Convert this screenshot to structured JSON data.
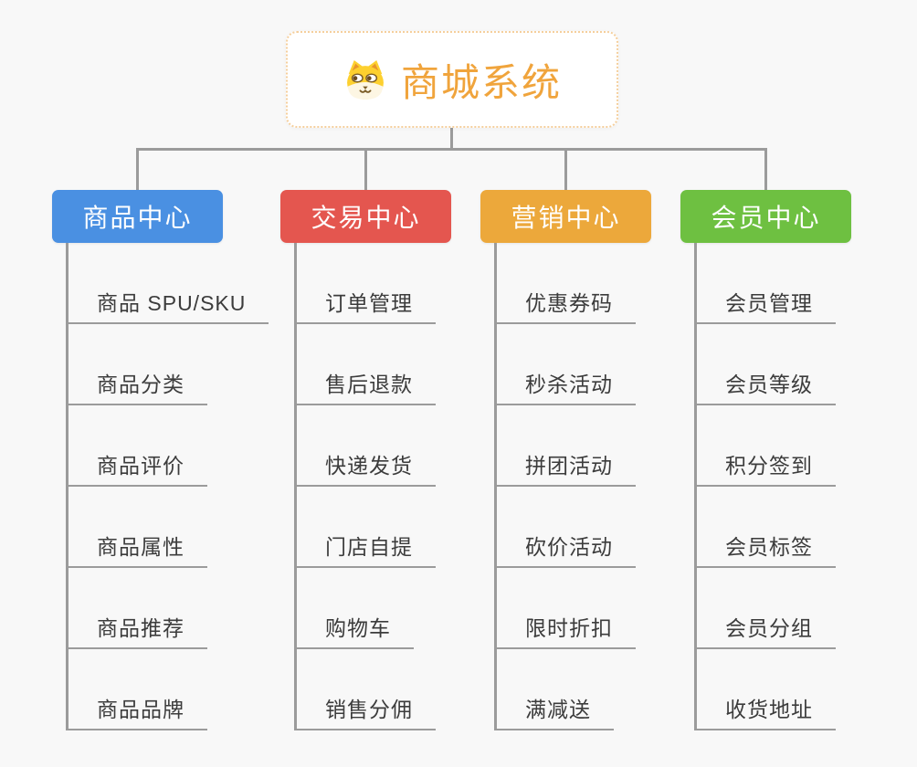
{
  "page": {
    "background": "#f8f8f8",
    "connector_color": "#9b9b9b"
  },
  "root": {
    "title": "商城系统",
    "icon": "dog-face-icon",
    "text_color": "#f0a43c",
    "border_color": "#f5cf9c"
  },
  "branches": [
    {
      "label": "商品中心",
      "color": "#4a90e2",
      "items": [
        "商品 SPU/SKU",
        "商品分类",
        "商品评价",
        "商品属性",
        "商品推荐",
        "商品品牌"
      ]
    },
    {
      "label": "交易中心",
      "color": "#e4564f",
      "items": [
        "订单管理",
        "售后退款",
        "快递发货",
        "门店自提",
        "购物车",
        "销售分佣"
      ]
    },
    {
      "label": "营销中心",
      "color": "#eca83b",
      "items": [
        "优惠券码",
        "秒杀活动",
        "拼团活动",
        "砍价活动",
        "限时折扣",
        "满减送"
      ]
    },
    {
      "label": "会员中心",
      "color": "#6ec041",
      "items": [
        "会员管理",
        "会员等级",
        "积分签到",
        "会员标签",
        "会员分组",
        "收货地址"
      ]
    }
  ]
}
